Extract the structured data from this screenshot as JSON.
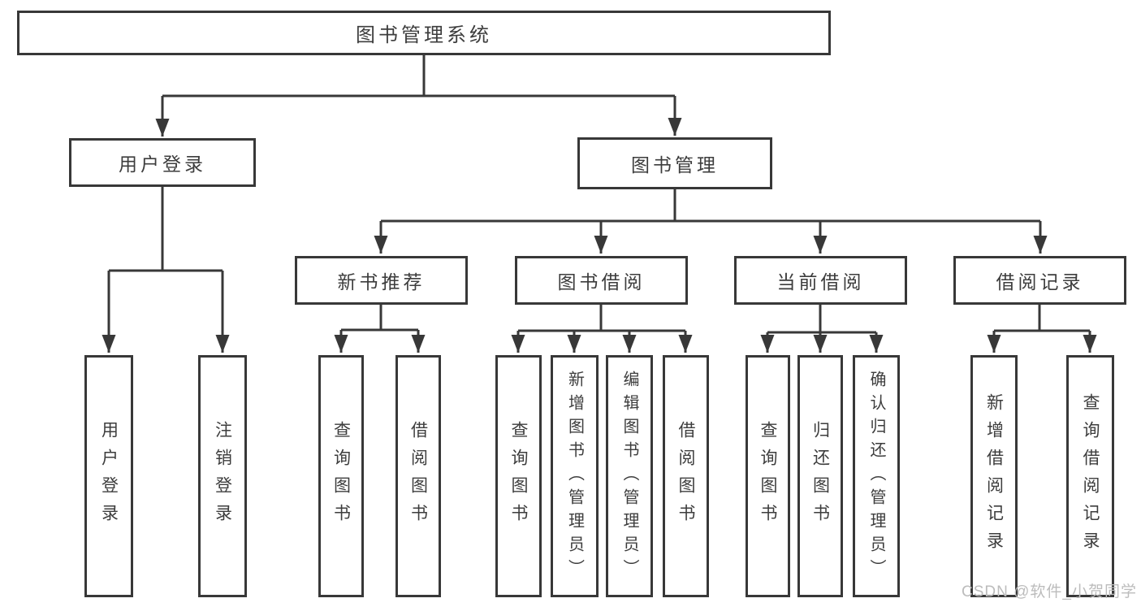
{
  "diagram": {
    "title": "图书管理系统",
    "branches": [
      {
        "label": "用户登录",
        "children": [
          {
            "label": "用户登录"
          },
          {
            "label": "注销登录"
          }
        ]
      },
      {
        "label": "图书管理",
        "children": [
          {
            "label": "新书推荐",
            "children": [
              {
                "label": "查询图书"
              },
              {
                "label": "借阅图书"
              }
            ]
          },
          {
            "label": "图书借阅",
            "children": [
              {
                "label": "查询图书"
              },
              {
                "label": "新增图书（管理员）"
              },
              {
                "label": "编辑图书（管理员）"
              },
              {
                "label": "借阅图书"
              }
            ]
          },
          {
            "label": "当前借阅",
            "children": [
              {
                "label": "查询图书"
              },
              {
                "label": "归还图书"
              },
              {
                "label": "确认归还（管理员）"
              }
            ]
          },
          {
            "label": "借阅记录",
            "children": [
              {
                "label": "新增借阅记录"
              },
              {
                "label": "查询借阅记录"
              }
            ]
          }
        ]
      }
    ]
  },
  "watermark": {
    "text": "CSDN @软件_小贺同学"
  },
  "colors": {
    "line": "#383838",
    "text": "#3d3d3d",
    "watermark_text": "#bcbcbc",
    "background": "#ffffff"
  }
}
